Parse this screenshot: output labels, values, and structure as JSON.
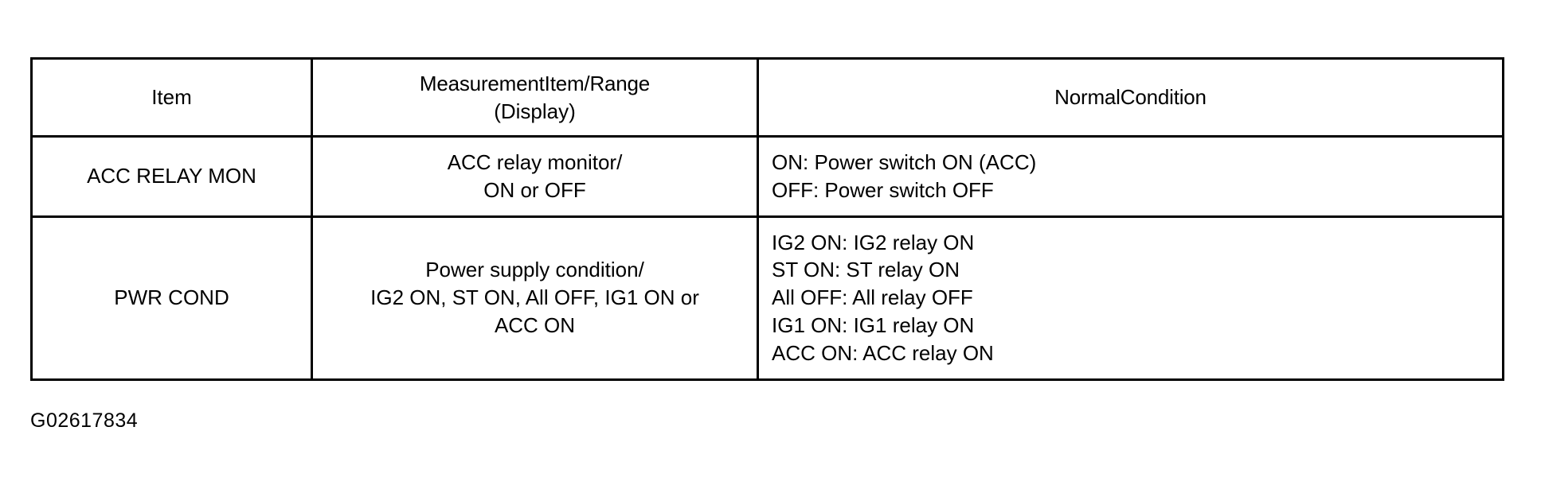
{
  "document": {
    "caption": "G02617834"
  },
  "table": {
    "headers": [
      {
        "label": "Item"
      },
      {
        "label_line1": "MeasurementItem/Range",
        "label_line2": "(Display)"
      },
      {
        "label": "NormalCondition"
      }
    ],
    "rows": [
      {
        "item": "ACC RELAY MON",
        "measurement_lines": [
          "ACC relay monitor/",
          "ON or OFF"
        ],
        "normal_condition_lines": [
          "ON: Power switch ON (ACC)",
          "OFF: Power switch OFF"
        ]
      },
      {
        "item": "PWR COND",
        "measurement_lines": [
          "Power supply condition/",
          "IG2 ON, ST ON, All OFF, IG1 ON or",
          "ACC ON"
        ],
        "normal_condition_lines": [
          "IG2 ON: IG2 relay ON",
          "ST ON: ST relay ON",
          "All OFF: All relay OFF",
          "IG1 ON: IG1 relay ON",
          "ACC ON: ACC relay ON"
        ]
      }
    ]
  },
  "colors": {
    "border": "#000000",
    "text": "#000000",
    "background": "#ffffff"
  }
}
